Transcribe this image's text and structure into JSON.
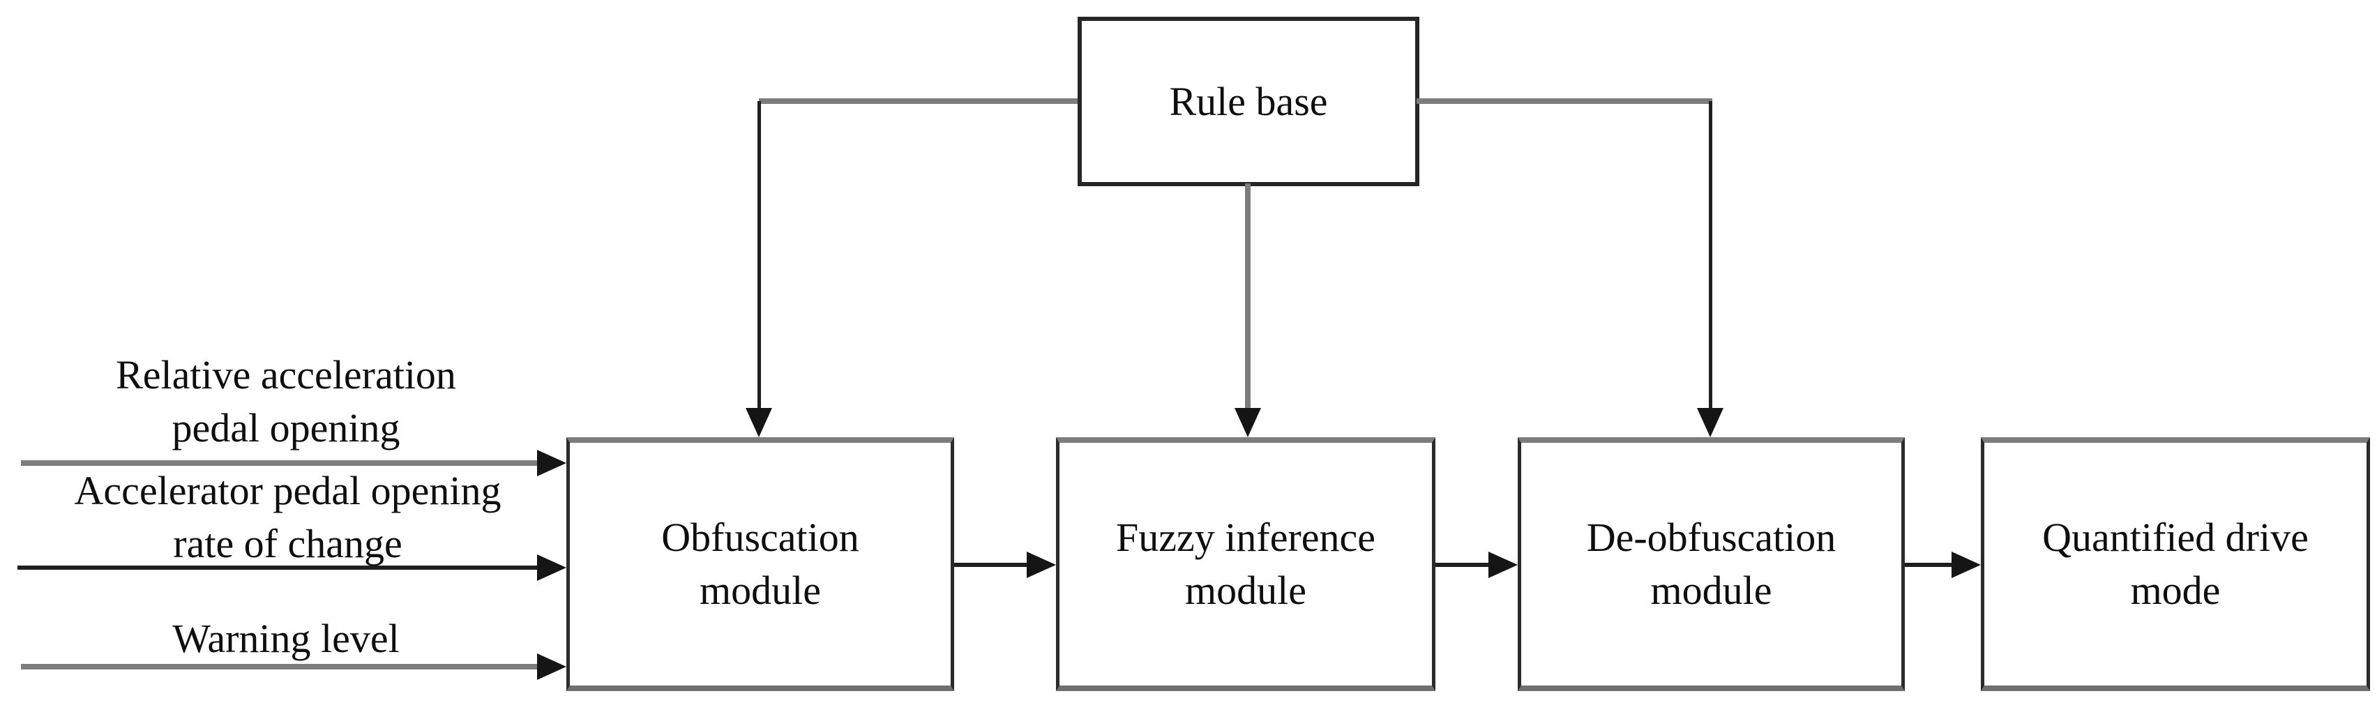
{
  "diagram": {
    "background": "#ffffff",
    "colors": {
      "line_gray": "#7d7d7d",
      "line_dark": "#1f1f1f",
      "arrowhead": "#151515",
      "box_border_dark": "#2b2b2b",
      "box_border_gray": "#7d7d7d",
      "text": "#0e0e0e"
    },
    "nodes": [
      {
        "id": "rule-base",
        "label": "Rule base",
        "lines": [
          "Rule base"
        ]
      },
      {
        "id": "obfuscation-module",
        "label": "Obfuscation module",
        "lines": [
          "Obfuscation",
          "module"
        ]
      },
      {
        "id": "fuzzy-inference-module",
        "label": "Fuzzy inference module",
        "lines": [
          "Fuzzy inference",
          "module"
        ]
      },
      {
        "id": "de-obfuscation-module",
        "label": "De-obfuscation module",
        "lines": [
          "De-obfuscation",
          "module"
        ]
      },
      {
        "id": "quantified-drive-mode",
        "label": "Quantified drive mode",
        "lines": [
          "Quantified drive",
          "mode"
        ]
      }
    ],
    "inputs": [
      {
        "id": "relative-acceleration-pedal-opening",
        "label": "Relative acceleration pedal opening",
        "lines": [
          "Relative acceleration",
          "pedal opening"
        ]
      },
      {
        "id": "accelerator-pedal-opening-rate-of-change",
        "label": "Accelerator pedal opening rate of change",
        "lines": [
          "Accelerator pedal opening",
          "rate of change"
        ]
      },
      {
        "id": "warning-level",
        "label": "Warning level",
        "lines": [
          "Warning level"
        ]
      }
    ],
    "edges": [
      {
        "from": "rule-base",
        "to": "obfuscation-module"
      },
      {
        "from": "rule-base",
        "to": "fuzzy-inference-module"
      },
      {
        "from": "rule-base",
        "to": "de-obfuscation-module"
      },
      {
        "from": "relative-acceleration-pedal-opening",
        "to": "obfuscation-module"
      },
      {
        "from": "accelerator-pedal-opening-rate-of-change",
        "to": "obfuscation-module"
      },
      {
        "from": "warning-level",
        "to": "obfuscation-module"
      },
      {
        "from": "obfuscation-module",
        "to": "fuzzy-inference-module"
      },
      {
        "from": "fuzzy-inference-module",
        "to": "de-obfuscation-module"
      },
      {
        "from": "de-obfuscation-module",
        "to": "quantified-drive-mode"
      }
    ]
  }
}
